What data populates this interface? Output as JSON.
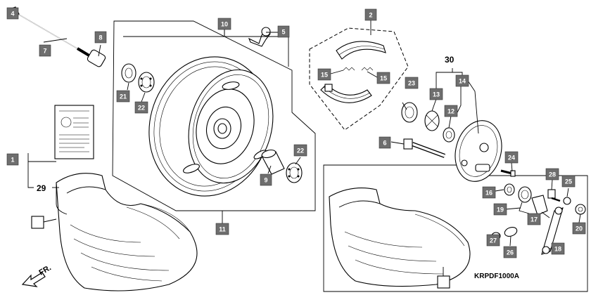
{
  "callouts": [
    {
      "id": "c1",
      "label": "1"
    },
    {
      "id": "c2",
      "label": "2"
    },
    {
      "id": "c4",
      "label": "4"
    },
    {
      "id": "c5",
      "label": "5"
    },
    {
      "id": "c6",
      "label": "6"
    },
    {
      "id": "c7",
      "label": "7"
    },
    {
      "id": "c8",
      "label": "8"
    },
    {
      "id": "c9",
      "label": "9"
    },
    {
      "id": "c10",
      "label": "10"
    },
    {
      "id": "c11",
      "label": "11"
    },
    {
      "id": "c12",
      "label": "12"
    },
    {
      "id": "c13",
      "label": "13"
    },
    {
      "id": "c14",
      "label": "14"
    },
    {
      "id": "c15a",
      "label": "15"
    },
    {
      "id": "c15b",
      "label": "15"
    },
    {
      "id": "c16",
      "label": "16"
    },
    {
      "id": "c17",
      "label": "17"
    },
    {
      "id": "c18",
      "label": "18"
    },
    {
      "id": "c19",
      "label": "19"
    },
    {
      "id": "c20",
      "label": "20"
    },
    {
      "id": "c21",
      "label": "21"
    },
    {
      "id": "c22a",
      "label": "22"
    },
    {
      "id": "c22b",
      "label": "22"
    },
    {
      "id": "c23",
      "label": "23"
    },
    {
      "id": "c24",
      "label": "24"
    },
    {
      "id": "c25",
      "label": "25"
    },
    {
      "id": "c26",
      "label": "26"
    },
    {
      "id": "c27",
      "label": "27"
    },
    {
      "id": "c28",
      "label": "28"
    }
  ],
  "labels": {
    "tire_ref": "29",
    "brake_panel_ref": "30",
    "front_arrow": "FR.",
    "diagram_code": "KRPDF1000A"
  }
}
